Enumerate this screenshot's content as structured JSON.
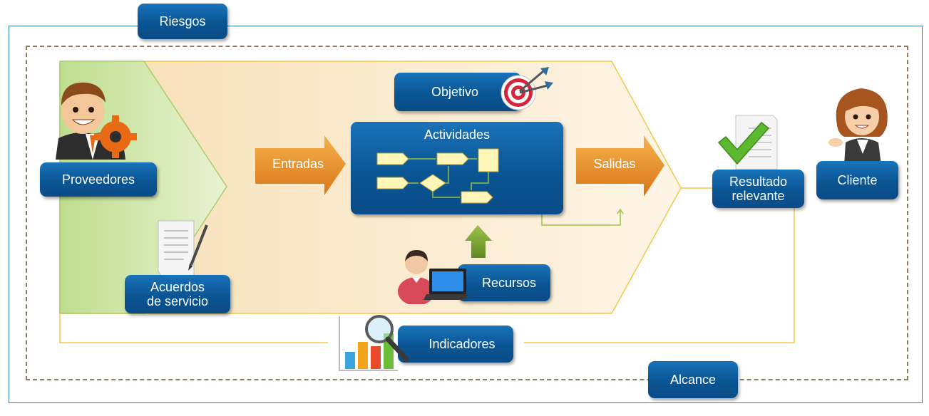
{
  "labels": {
    "riesgos": "Riesgos",
    "objetivo": "Objetivo",
    "actividades": "Actividades",
    "entradas": "Entradas",
    "salidas": "Salidas",
    "proveedores": "Proveedores",
    "acuerdos_line1": "Acuerdos",
    "acuerdos_line2": "de servicio",
    "recursos": "Recursos",
    "resultado_line1": "Resultado",
    "resultado_line2": "relevante",
    "cliente": "Cliente",
    "indicadores": "Indicadores",
    "alcance": "Alcance"
  },
  "icons": [
    "businessman-gear-icon",
    "contract-document-icon",
    "target-darts-icon",
    "worker-laptop-icon",
    "checkmark-document-icon",
    "businesswoman-icon",
    "bar-chart-magnifier-icon"
  ],
  "colors": {
    "box_blue": "#0a5594",
    "frame_blue": "#2f7fae",
    "process_orange": "#f0a030",
    "supplier_green": "#cde4a4",
    "flow_line": "#f2c84b",
    "resource_green": "#78a030"
  }
}
